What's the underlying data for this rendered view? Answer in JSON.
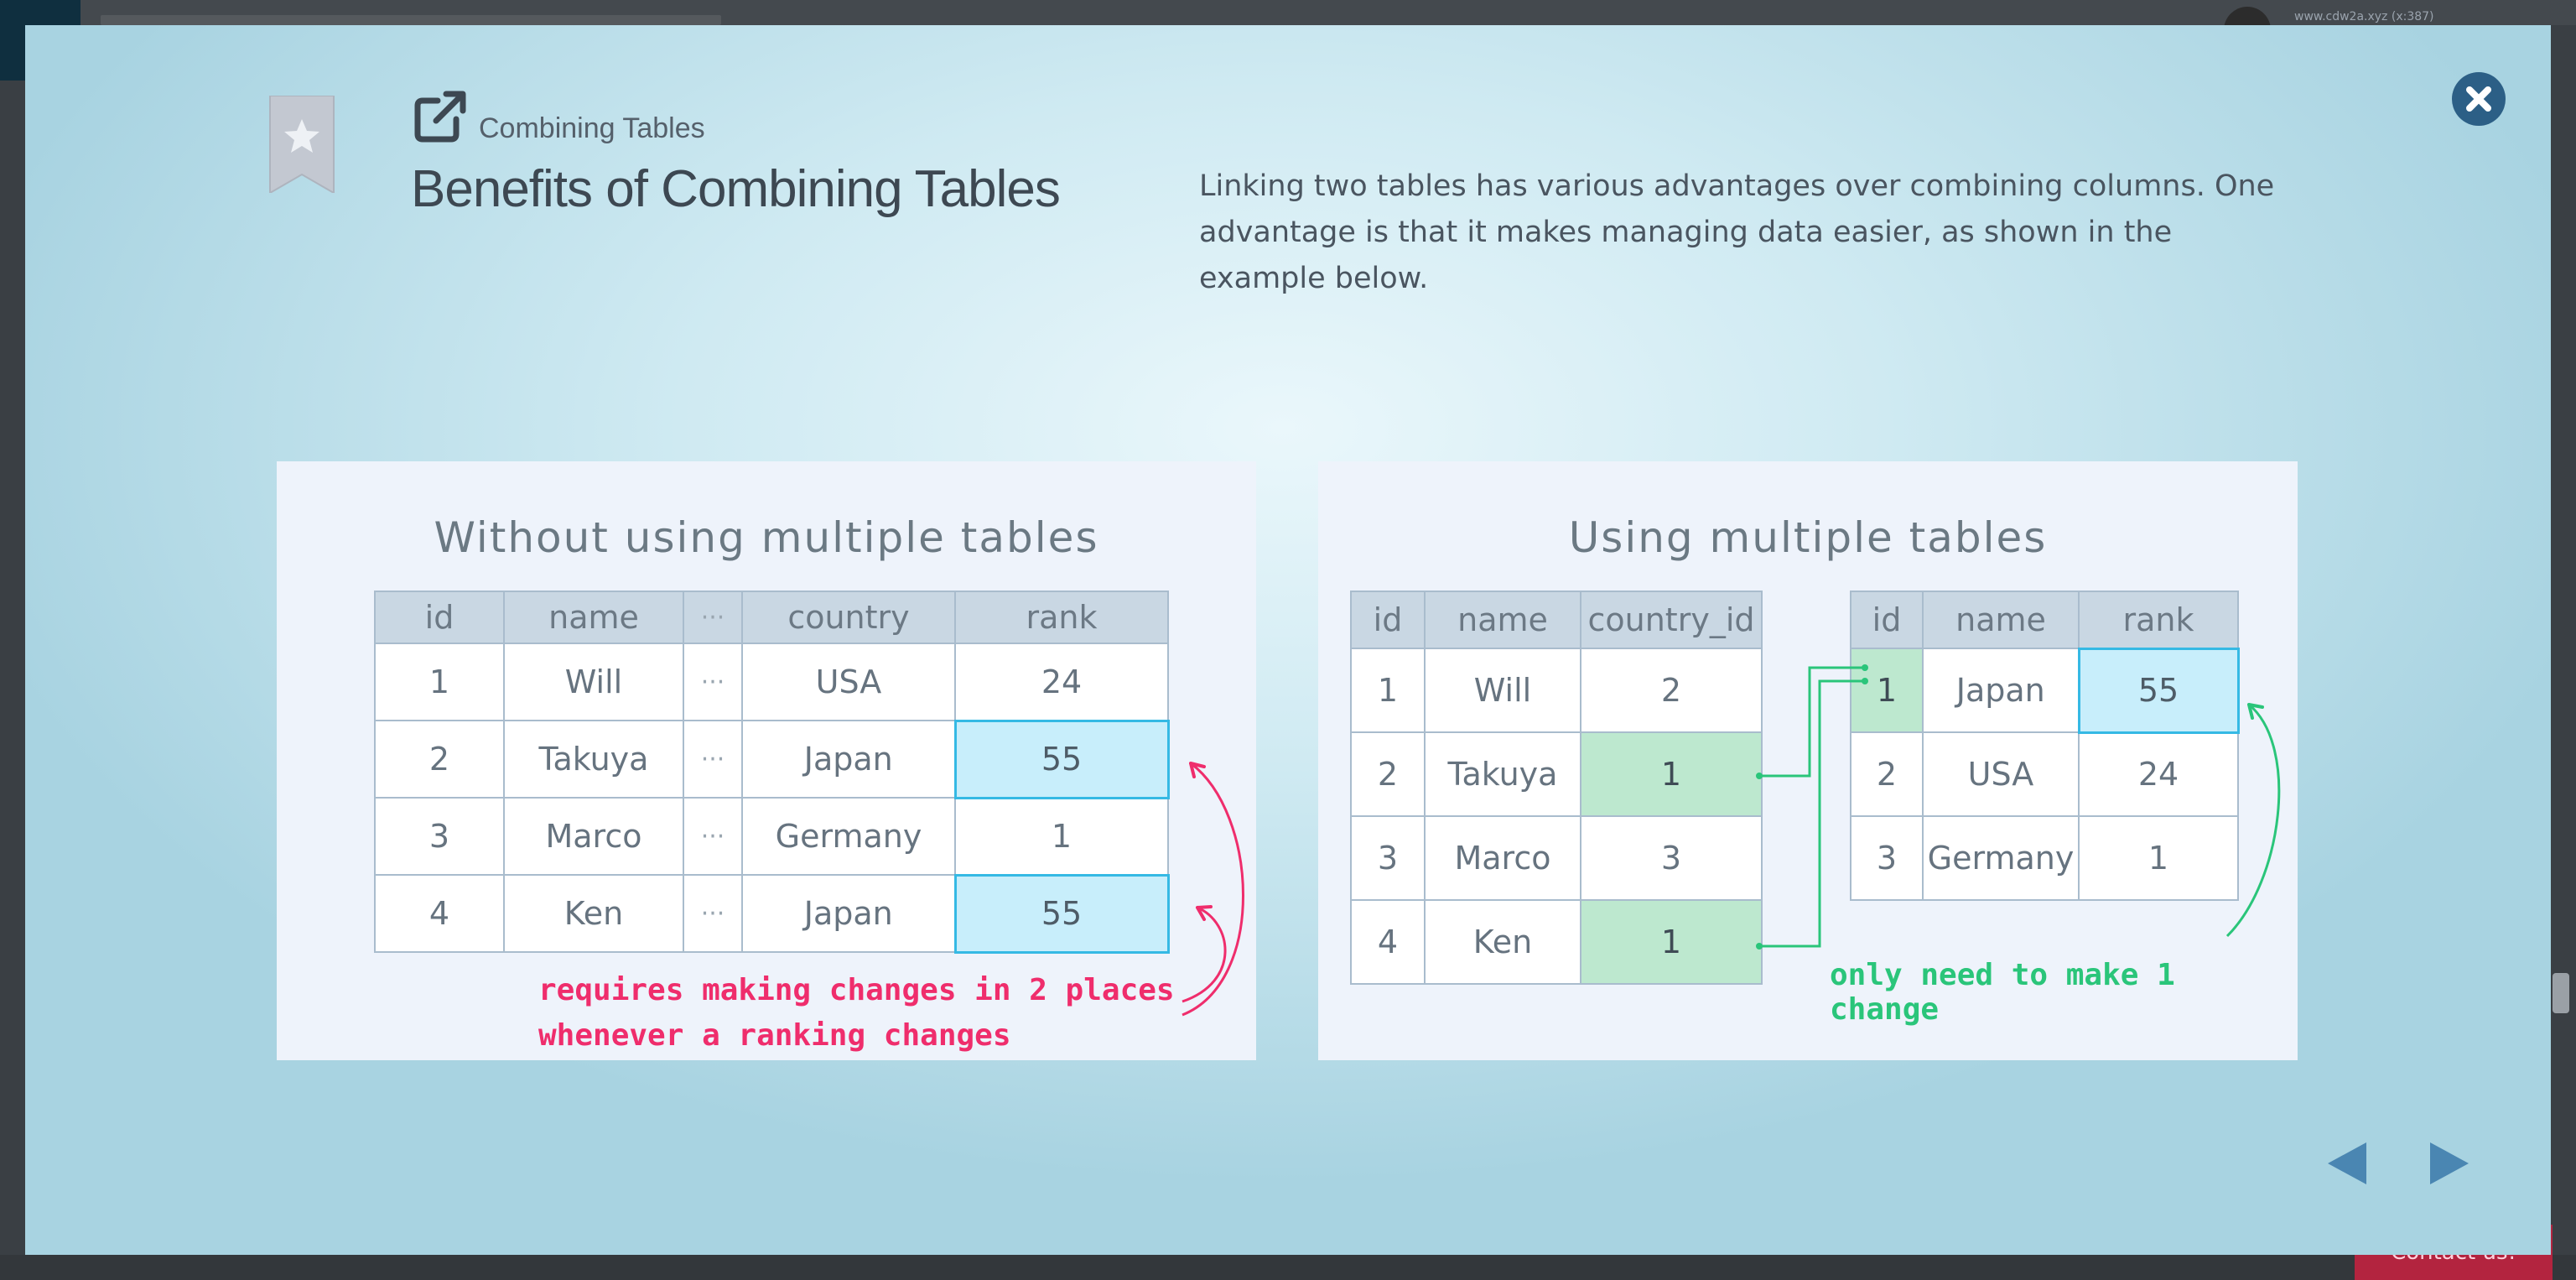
{
  "header": {
    "subtitle": "Combining Tables",
    "title": "Benefits of Combining Tables",
    "description": "Linking two tables has various advantages over combining columns. One advantage is that it makes managing data easier, as shown in the example below."
  },
  "background": {
    "url_text": "www.cdw2a.xyz (x:387)",
    "contact_label": "Contact us!"
  },
  "left_panel": {
    "title": "Without using multiple tables",
    "headers": [
      "id",
      "name",
      "...",
      "country",
      "rank"
    ],
    "rows": [
      [
        "1",
        "Will",
        "...",
        "USA",
        "24"
      ],
      [
        "2",
        "Takuya",
        "...",
        "Japan",
        "55"
      ],
      [
        "3",
        "Marco",
        "...",
        "Germany",
        "1"
      ],
      [
        "4",
        "Ken",
        "...",
        "Japan",
        "55"
      ]
    ],
    "note_line1": "requires making changes in 2 places",
    "note_line2": "whenever a ranking changes"
  },
  "right_panel": {
    "title": "Using multiple tables",
    "users_headers": [
      "id",
      "name",
      "country_id"
    ],
    "users_rows": [
      [
        "1",
        "Will",
        "2"
      ],
      [
        "2",
        "Takuya",
        "1"
      ],
      [
        "3",
        "Marco",
        "3"
      ],
      [
        "4",
        "Ken",
        "1"
      ]
    ],
    "countries_headers": [
      "id",
      "name",
      "rank"
    ],
    "countries_rows": [
      [
        "1",
        "Japan",
        "55"
      ],
      [
        "2",
        "USA",
        "24"
      ],
      [
        "3",
        "Germany",
        "1"
      ]
    ],
    "note": "only need to make 1 change"
  },
  "colors": {
    "highlight_blue": "#c8eefb",
    "highlight_green": "#bde8cf",
    "note_red": "#ef2d6c",
    "note_green": "#2ac57a",
    "close_button": "#2c5f86"
  },
  "icons": [
    "bookmark-star-icon",
    "external-link-icon",
    "close-icon",
    "prev-arrow-icon",
    "next-arrow-icon"
  ]
}
